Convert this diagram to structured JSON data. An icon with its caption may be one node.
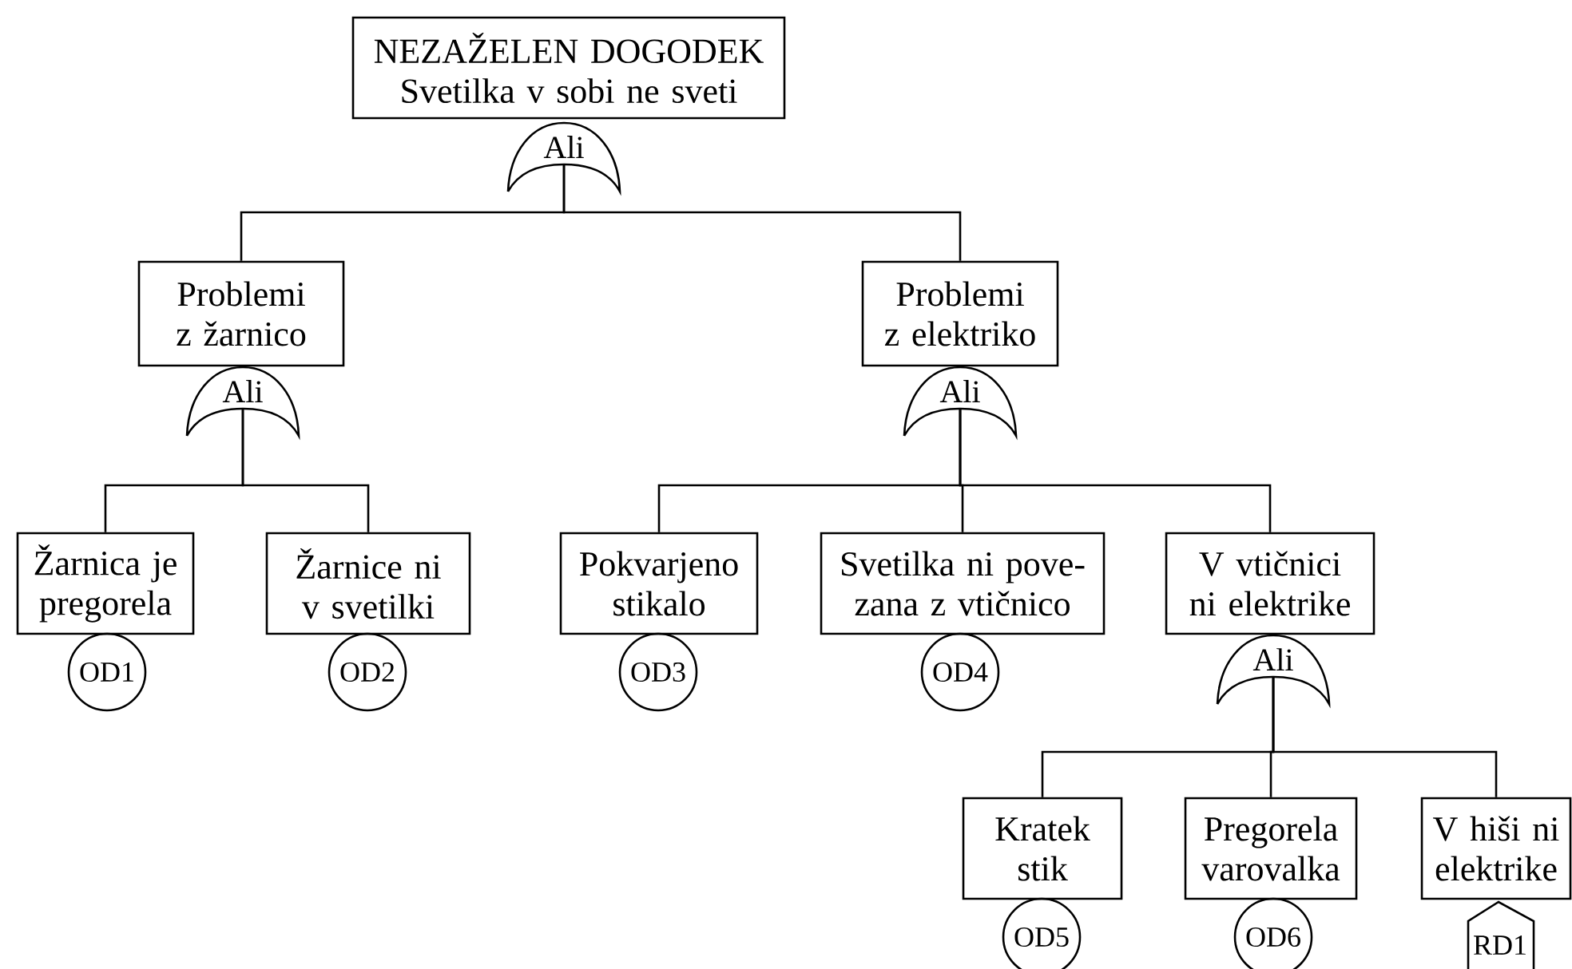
{
  "diagram": {
    "nodes": [
      {
        "text": [
          "NEZAŽELEN DOGODEK",
          "Svetilka v sobi ne sveti"
        ]
      },
      {
        "text": [
          "Ali"
        ]
      },
      {
        "text": [
          "Problemi z žarnico"
        ]
      },
      {
        "text": [
          "Ali"
        ]
      },
      {
        "text": [
          "Žarnica je pregorela"
        ]
      },
      {
        "text": [
          "OD1"
        ]
      },
      {
        "text": [
          "Žarnice ni v svetilki"
        ]
      },
      {
        "text": [
          "OD2"
        ]
      },
      {
        "text": [
          "Problemi z elektriko"
        ]
      },
      {
        "text": [
          "Ali"
        ]
      },
      {
        "text": [
          "Pokvarjeno stikalo"
        ]
      },
      {
        "text": [
          "OD3"
        ]
      },
      {
        "text": [
          "Svetilka ni pove- zana z vtičnico"
        ]
      },
      {
        "text": [
          "OD4"
        ]
      },
      {
        "text": [
          "V vtičnici ni elektrike"
        ]
      },
      {
        "text": [
          "Ali"
        ]
      },
      {
        "text": [
          "Kratek stik"
        ]
      },
      {
        "text": [
          "OD5"
        ]
      },
      {
        "text": [
          "Pregorela varovalka"
        ]
      },
      {
        "text": [
          "OD6"
        ]
      },
      {
        "text": [
          "V hiši ni elektrike"
        ]
      },
      {
        "text": [
          "RD1"
        ]
      }
    ],
    "edges": [
      {
        "from": 1,
        "to": 2,
        "arrow": "none"
      },
      {
        "from": 1,
        "to": 8,
        "arrow": "none"
      },
      {
        "from": 3,
        "to": 4,
        "arrow": "none"
      },
      {
        "from": 3,
        "to": 6,
        "arrow": "none"
      },
      {
        "from": 9,
        "to": 10,
        "arrow": "none"
      },
      {
        "from": 9,
        "to": 12,
        "arrow": "none"
      },
      {
        "from": 9,
        "to": 14,
        "arrow": "none"
      },
      {
        "from": 15,
        "to": 16,
        "arrow": "none"
      },
      {
        "from": 15,
        "to": 18,
        "arrow": "none"
      },
      {
        "from": 15,
        "to": 20,
        "arrow": "none"
      }
    ]
  }
}
